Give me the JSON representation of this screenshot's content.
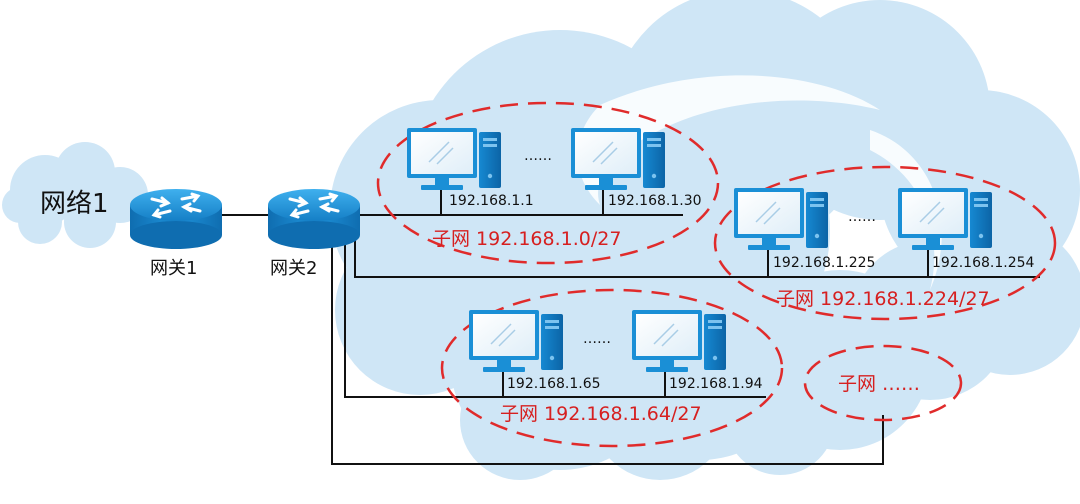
{
  "network": {
    "label": "网络1"
  },
  "gateways": [
    {
      "label": "网关1"
    },
    {
      "label": "网关2"
    }
  ],
  "subnets": [
    {
      "label": "子网 192.168.1.0/27",
      "host_first": "192.168.1.1",
      "host_last": "192.168.1.30",
      "ellipsis": "……"
    },
    {
      "label": "子网 192.168.1.224/27",
      "host_first": "192.168.1.225",
      "host_last": "192.168.1.254",
      "ellipsis": "……"
    },
    {
      "label": "子网 192.168.1.64/27",
      "host_first": "192.168.1.65",
      "host_last": "192.168.1.94",
      "ellipsis": "……"
    },
    {
      "label": "子网 ……"
    }
  ],
  "colors": {
    "cloud": "#cfe6f6",
    "router": "#1a8fd6",
    "monitor": "#1a8fd6",
    "subnet_outline": "#e02b2b",
    "wire": "#111111"
  }
}
